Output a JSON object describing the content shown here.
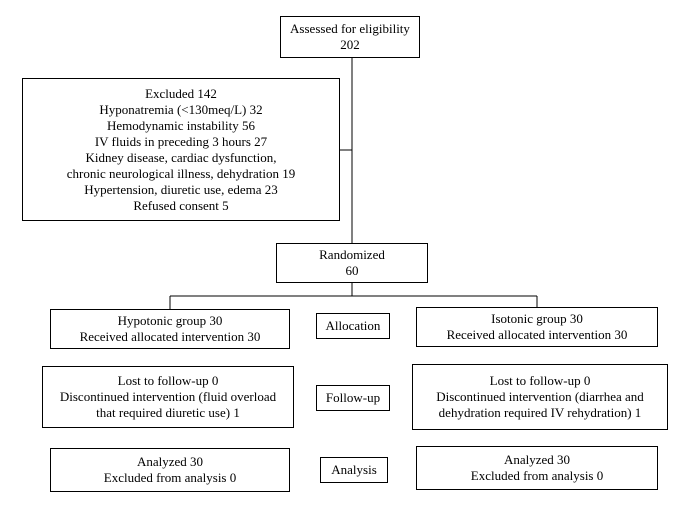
{
  "assessed": {
    "lines": [
      "Assessed for eligibility",
      "202"
    ]
  },
  "excluded": {
    "lines": [
      "Excluded 142",
      "Hyponatremia (<130meq/L) 32",
      "Hemodynamic instability 56",
      "IV fluids in preceding 3 hours 27",
      "Kidney disease, cardiac dysfunction,",
      "chronic neurological illness, dehydration 19",
      "Hypertension, diuretic use, edema 23",
      "Refused consent 5"
    ]
  },
  "randomized": {
    "lines": [
      "Randomized",
      "60"
    ]
  },
  "hypotonic": {
    "allocation": [
      "Hypotonic group 30",
      "Received allocated intervention 30"
    ],
    "followup": [
      "Lost to follow-up 0",
      "Discontinued intervention (fluid overload",
      "that required diuretic use) 1"
    ],
    "analysis": [
      "Analyzed 30",
      "Excluded from analysis 0"
    ]
  },
  "isotonic": {
    "allocation": [
      "Isotonic group 30",
      "Received allocated intervention 30"
    ],
    "followup": [
      "Lost to follow-up 0",
      "Discontinued intervention (diarrhea and",
      "dehydration required IV rehydration) 1"
    ],
    "analysis": [
      "Analyzed 30",
      "Excluded from analysis 0"
    ]
  },
  "stage_labels": {
    "allocation": "Allocation",
    "followup": "Follow-up",
    "analysis": "Analysis"
  }
}
